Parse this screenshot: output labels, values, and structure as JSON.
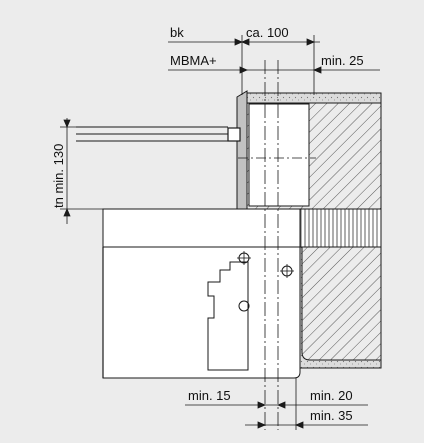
{
  "dimensions": {
    "bk": "bk",
    "ca_100": "ca. 100",
    "mbma": "MBMA+",
    "min_25": "min. 25",
    "tn_min_130": "tn min. 130",
    "min_15": "min. 15",
    "min_20": "min. 20",
    "min_35": "min. 35"
  },
  "colors": {
    "background": "#ececec",
    "frame_fill": "#c2c2c2",
    "panel_fill": "#ffffff",
    "line": "#1a1a1a",
    "plaster_fill": "#d8d8d8"
  }
}
